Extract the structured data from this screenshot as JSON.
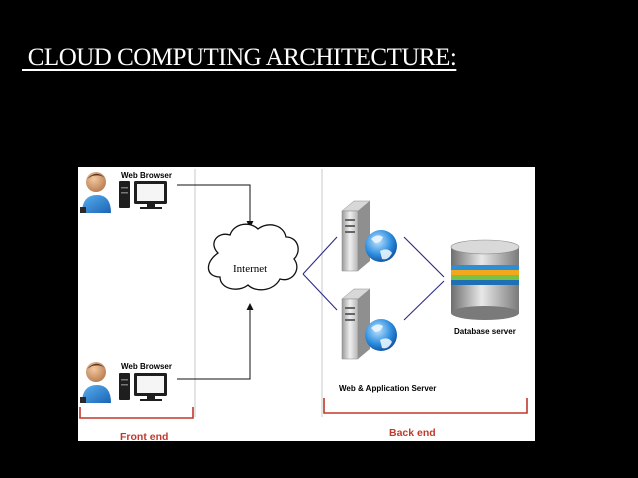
{
  "slide": {
    "title": " CLOUD COMPUTING ARCHITECTURE:"
  },
  "diagram": {
    "clients": [
      {
        "label": "Web Browser"
      },
      {
        "label": "Web Browser"
      }
    ],
    "internet": {
      "label": "Internet"
    },
    "servers": {
      "label": "Web & Application Server"
    },
    "database": {
      "label": "Database server"
    },
    "groups": {
      "front_end": "Front end",
      "back_end": "Back end"
    },
    "colors": {
      "group_bracket": "#c0392b",
      "connector": "#2b2b8c",
      "db_stripes": [
        "#2c8fd6",
        "#f2a81d",
        "#7cc242",
        "#1f6fb5"
      ]
    }
  }
}
